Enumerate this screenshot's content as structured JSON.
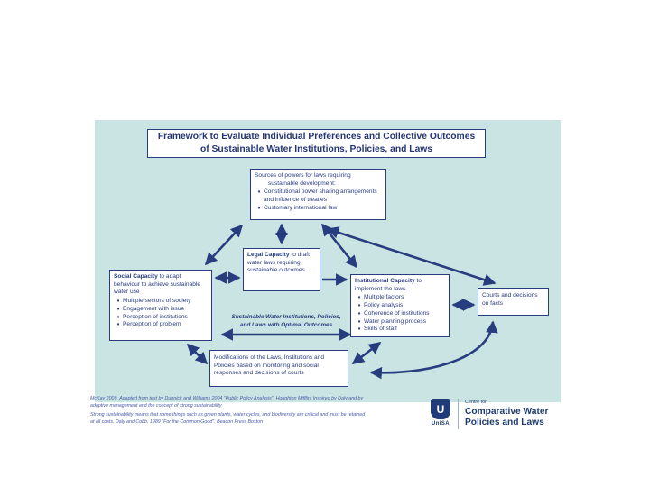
{
  "slide": {
    "title_line1": "Framework to Evaluate Individual Preferences and Collective Outcomes",
    "title_line2": "of Sustainable Water Institutions, Policies, and Laws"
  },
  "glyphs": {
    "bullet": "♦"
  },
  "colors": {
    "background": "#ffffff",
    "panel": "#c9e4e2",
    "ink": "#283c80"
  },
  "diagram": {
    "sources": {
      "line1": "Sources of powers for laws requiring",
      "line2": "sustainable development:",
      "bullets": [
        "Constitutional power sharing arrangements and influence of treaties",
        "Customary international law"
      ]
    },
    "legal": {
      "lead": "Legal Capacity",
      "rest": " to draft water laws requiring sustainable outcomes"
    },
    "social": {
      "lead": "Social Capacity",
      "rest": " to adapt behaviour to achieve sustainable water use",
      "bullets": [
        "Multiple sectors of society",
        "Engagement with issue",
        "Perception of institutions",
        "Perception of problem"
      ]
    },
    "institutional": {
      "lead": "Institutional Capacity",
      "rest": " to implement the laws",
      "bullets": [
        "Multiple factors",
        "Policy analysis",
        "Coherence of institutions",
        "Water planning process",
        "Skills of staff"
      ]
    },
    "courts": {
      "text": "Courts and decisions on facts"
    },
    "optimal": {
      "line1": "Sustainable Water Institutions, Policies,",
      "line2": "and Laws with Optimal Outcomes"
    },
    "modifications": {
      "text": "Modifications of the Laws, Institutions and Policies based on monitoring and social responses and decisions of courts"
    }
  },
  "footer": {
    "line1": "McKay 2009. Adapted from text by Dubnick and Williams 2004 \"Public Policy Analysis\". Houghton Mifflin. Inspired by Daly and by",
    "line2": "adaptive management and the concept of strong sustainability",
    "line3": "Strong sustainability means that some things such as green plants, water cycles, and biodiversity are critical and must be retained",
    "line4": "at all costs. Daly and Cobb. 1989 \"For the Common Good\". Beacon Press Boston"
  },
  "logo": {
    "unisa_mark": "U",
    "unisa_word": "UniSA",
    "centre_small": "Centre for",
    "centre_line1": "Comparative Water",
    "centre_line2": "Policies and Laws"
  }
}
